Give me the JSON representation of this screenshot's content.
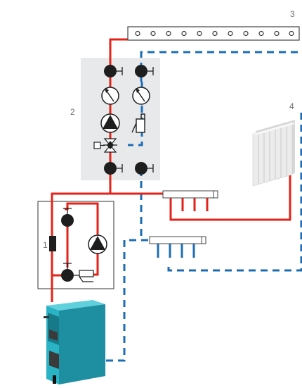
{
  "labels": {
    "l1": "1",
    "l2": "2",
    "l3": "3",
    "l4": "4"
  },
  "colors": {
    "hot_pipe": "#e32219",
    "return_pipe": "#1d6db5",
    "unit_panel": "#e7e9eb",
    "component": "#222222",
    "boiler_body": "#2aa6b7",
    "radiator": "#ebebeb"
  },
  "icons": {
    "boiler": "solid-fuel-boiler-icon",
    "radiator": "panel-radiator-icon",
    "pump": "circulation-pump-icon",
    "valve": "shut-off-valve-icon",
    "manifold": "distribution-manifold-icon"
  }
}
